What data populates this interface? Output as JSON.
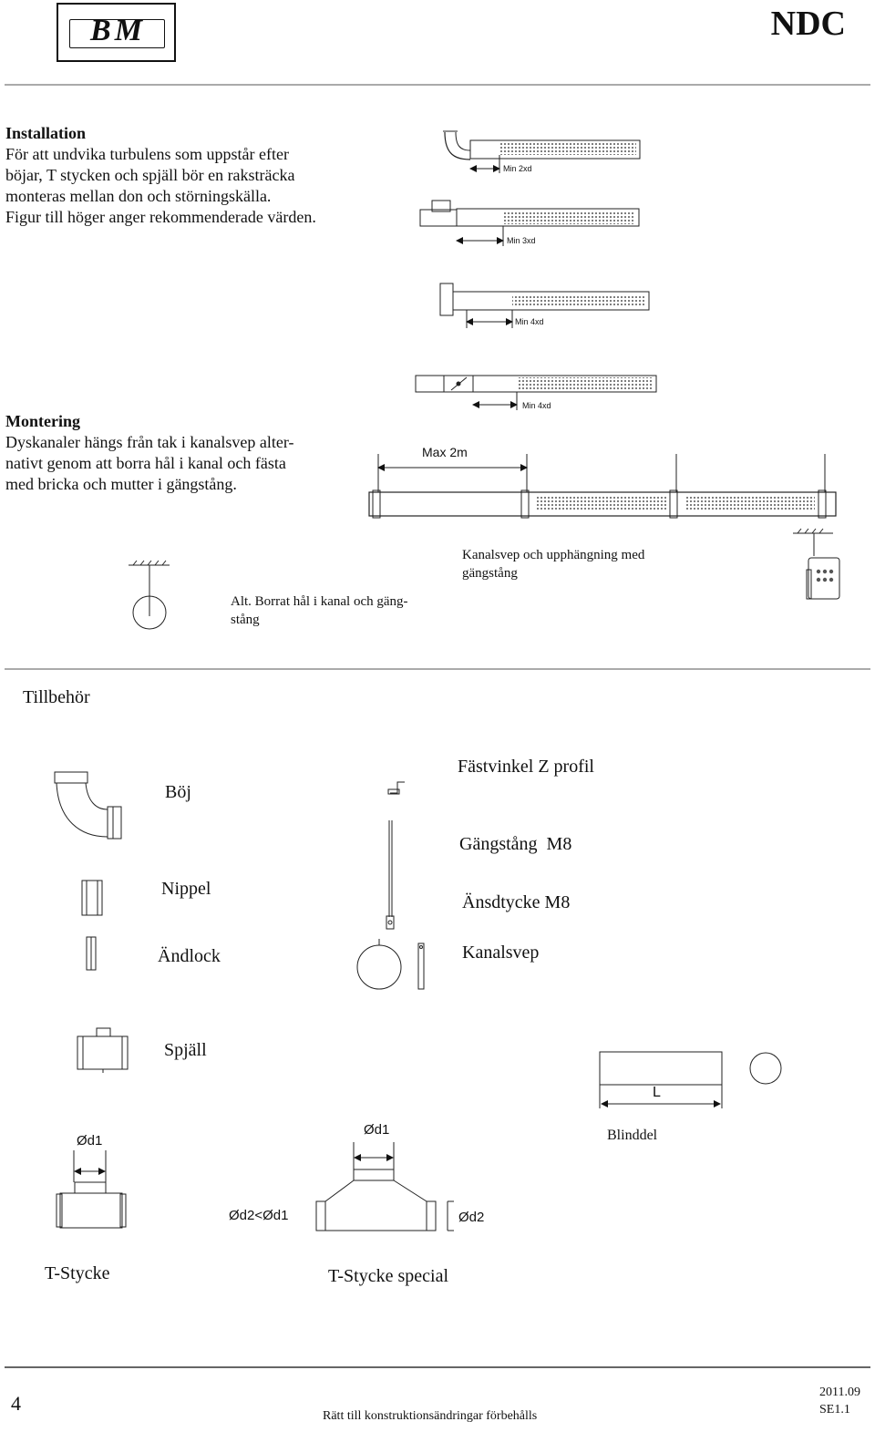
{
  "header": {
    "logo_text": "BM",
    "product_code": "NDC"
  },
  "installation": {
    "heading": "Installation",
    "lines": [
      "För att undvika turbulens som uppstår efter",
      "böjar, T stycken och spjäll bör en raksträcka",
      "monteras mellan don och störningskälla.",
      "Figur till höger anger rekommenderade värden."
    ],
    "dim_labels": [
      "Min 2xd",
      "Min 3xd",
      "Min 4xd",
      "Min 4xd"
    ]
  },
  "montering": {
    "heading": "Montering",
    "lines": [
      "Dyskanaler hängs från tak i kanalsvep alter-",
      "nativt genom att borra hål i kanal och fästa",
      "med bricka och mutter i gängstång."
    ],
    "max_label": "Max 2m",
    "caption_right_lines": [
      "Kanalsvep och upphängning med",
      "gängstång"
    ],
    "caption_left_lines": [
      "Alt. Borrat hål i kanal och gäng-",
      "stång"
    ]
  },
  "accessories": {
    "heading": "Tillbehör",
    "items": {
      "boj": "Böj",
      "nippel": "Nippel",
      "andlock": "Ändlock",
      "fastvinkel": "Fästvinkel Z profil",
      "gangstang": "Gängstång  M8",
      "ansdtycke": "Änsdtycke M8",
      "kanalsvep": "Kanalsvep",
      "spjall": "Spjäll",
      "blinddel": "Blinddel",
      "blinddel_dim": "L",
      "t_stycke": "T-Stycke",
      "t_stycke_dim": "Ød1",
      "t_special": "T-Stycke special",
      "t_special_d1": "Ød1",
      "t_special_d2": "Ød2",
      "t_special_cond": "Ød2<Ød1"
    }
  },
  "footer": {
    "page_number": "4",
    "disclaimer": "Rätt till konstruktionsändringar förbehålls",
    "date": "2011.09",
    "code": "SE1.1"
  }
}
